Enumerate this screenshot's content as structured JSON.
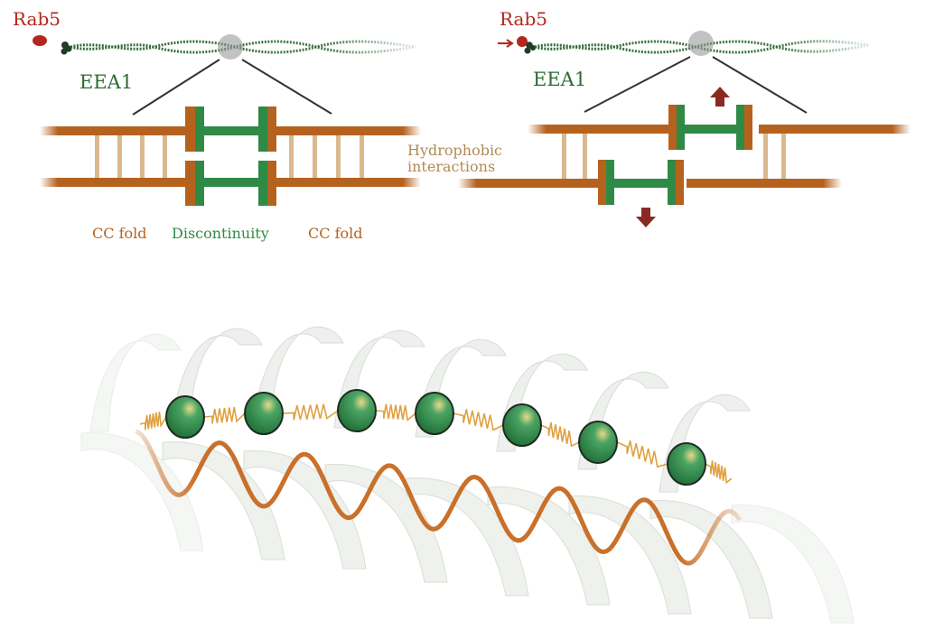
{
  "panel_left": {
    "rab5_label": "Rab5",
    "eea1_label": "EEA1",
    "labels": [
      "CC fold",
      "Discontinuity",
      "CC fold"
    ]
  },
  "panel_right": {
    "rab5_label": "Rab5",
    "eea1_label": "EEA1"
  },
  "center_label": {
    "line1": "Hydrophobic",
    "line2": "interactions"
  },
  "bottom": {
    "bead_count": 7
  },
  "colors": {
    "rab5_red": "#b5261e",
    "eea1_green": "#2e6b34",
    "cc_orange": "#b5621f",
    "disc_green": "#2f8a46",
    "rung_tan": "#dbb98e",
    "hydro_text": "#b08a55",
    "arrow_red": "#8b2a22",
    "bead_green": "#2e8b4a",
    "spring_gold": "#e0a040",
    "wave_orange": "#c9702a",
    "ribbon": "#eef1ec"
  }
}
